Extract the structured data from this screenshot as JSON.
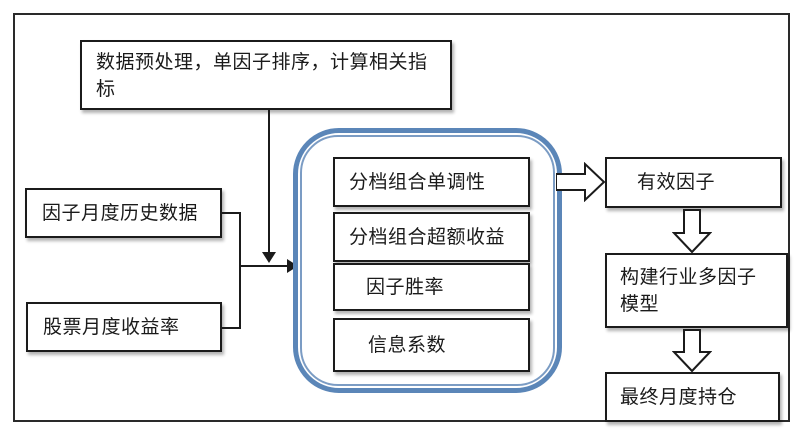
{
  "diagram": {
    "nodes": {
      "preprocess": {
        "label": "数据预处理，单因子排序，计算相关指\n标"
      },
      "factor_history": {
        "label": "因子月度历史数据"
      },
      "stock_return": {
        "label": "股票月度收益率"
      },
      "monotonicity": {
        "label": "分档组合单调性"
      },
      "excess_return": {
        "label": "分档组合超额收益"
      },
      "win_rate": {
        "label": "因子胜率"
      },
      "information_coefficient": {
        "label": "信息系数"
      },
      "effective_factor": {
        "label": "有效因子"
      },
      "industry_model": {
        "label": "构建行业多因子\n模型"
      },
      "final_holdings": {
        "label": "最终月度持仓"
      }
    },
    "colors": {
      "container_blue_outer": "#5b86b8",
      "container_blue_inner": "#7b9cc4",
      "box_border": "#1b1b1b",
      "text": "#1a1a1a",
      "background": "#ffffff"
    }
  }
}
